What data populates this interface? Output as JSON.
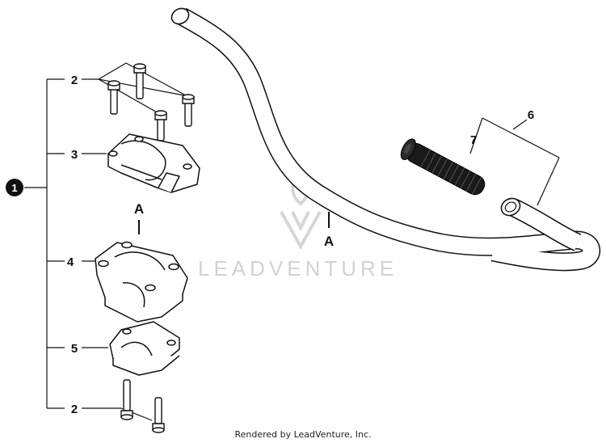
{
  "callouts": {
    "assembly": "1",
    "bolts_top": "2",
    "upper_holder": "3",
    "lower_holder": "4",
    "holder_base": "5",
    "bolts_bottom": "2",
    "handlebar": "6",
    "grip": "7"
  },
  "refs": {
    "left": "A",
    "right": "A"
  },
  "watermark": "LEADVENTURE",
  "credit": "Rendered by LeadVenture, Inc.",
  "colors": {
    "line": "#111111",
    "part_fill": "#ffffff",
    "grip": "#1a1a1a",
    "watermark": "#d2d2d2"
  }
}
